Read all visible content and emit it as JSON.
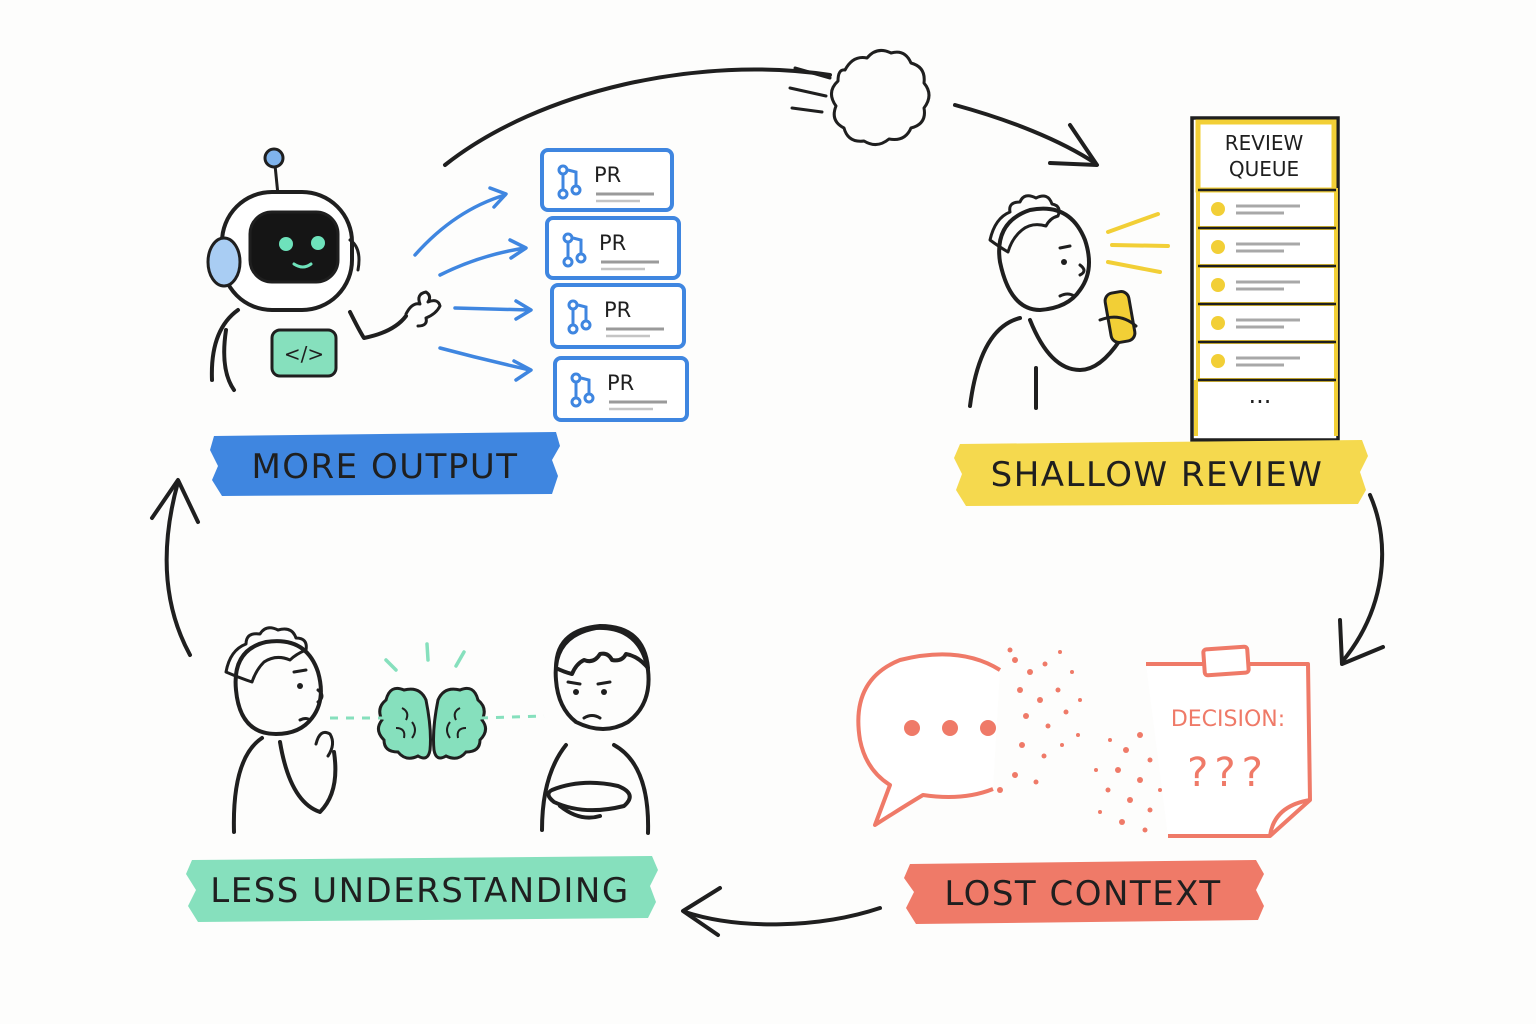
{
  "stages": {
    "more_output": {
      "label": "MORE OUTPUT",
      "color": "#3f86e0"
    },
    "shallow_review": {
      "label": "SHALLOW REVIEW",
      "color": "#f5d94e"
    },
    "lost_context": {
      "label": "LOST CONTEXT",
      "color": "#ef7a68"
    },
    "less_understanding": {
      "label": "LESS UNDERSTANDING",
      "color": "#86e0bd"
    }
  },
  "robot": {
    "badge": "</>"
  },
  "pr_cards": [
    {
      "label": "PR"
    },
    {
      "label": "PR"
    },
    {
      "label": "PR"
    },
    {
      "label": "PR"
    }
  ],
  "review_queue": {
    "title_line1": "REVIEW",
    "title_line2": "QUEUE",
    "overflow": "..."
  },
  "decision_note": {
    "title": "DECISION:",
    "value": "???"
  },
  "icons": {
    "robot": "robot-icon",
    "snowball": "snowball-icon",
    "brain": "brain-icon",
    "speech_bubble": "speech-bubble-icon",
    "note": "sticky-note-icon",
    "highlighter": "highlighter-icon",
    "pull_request": "pull-request-icon"
  }
}
